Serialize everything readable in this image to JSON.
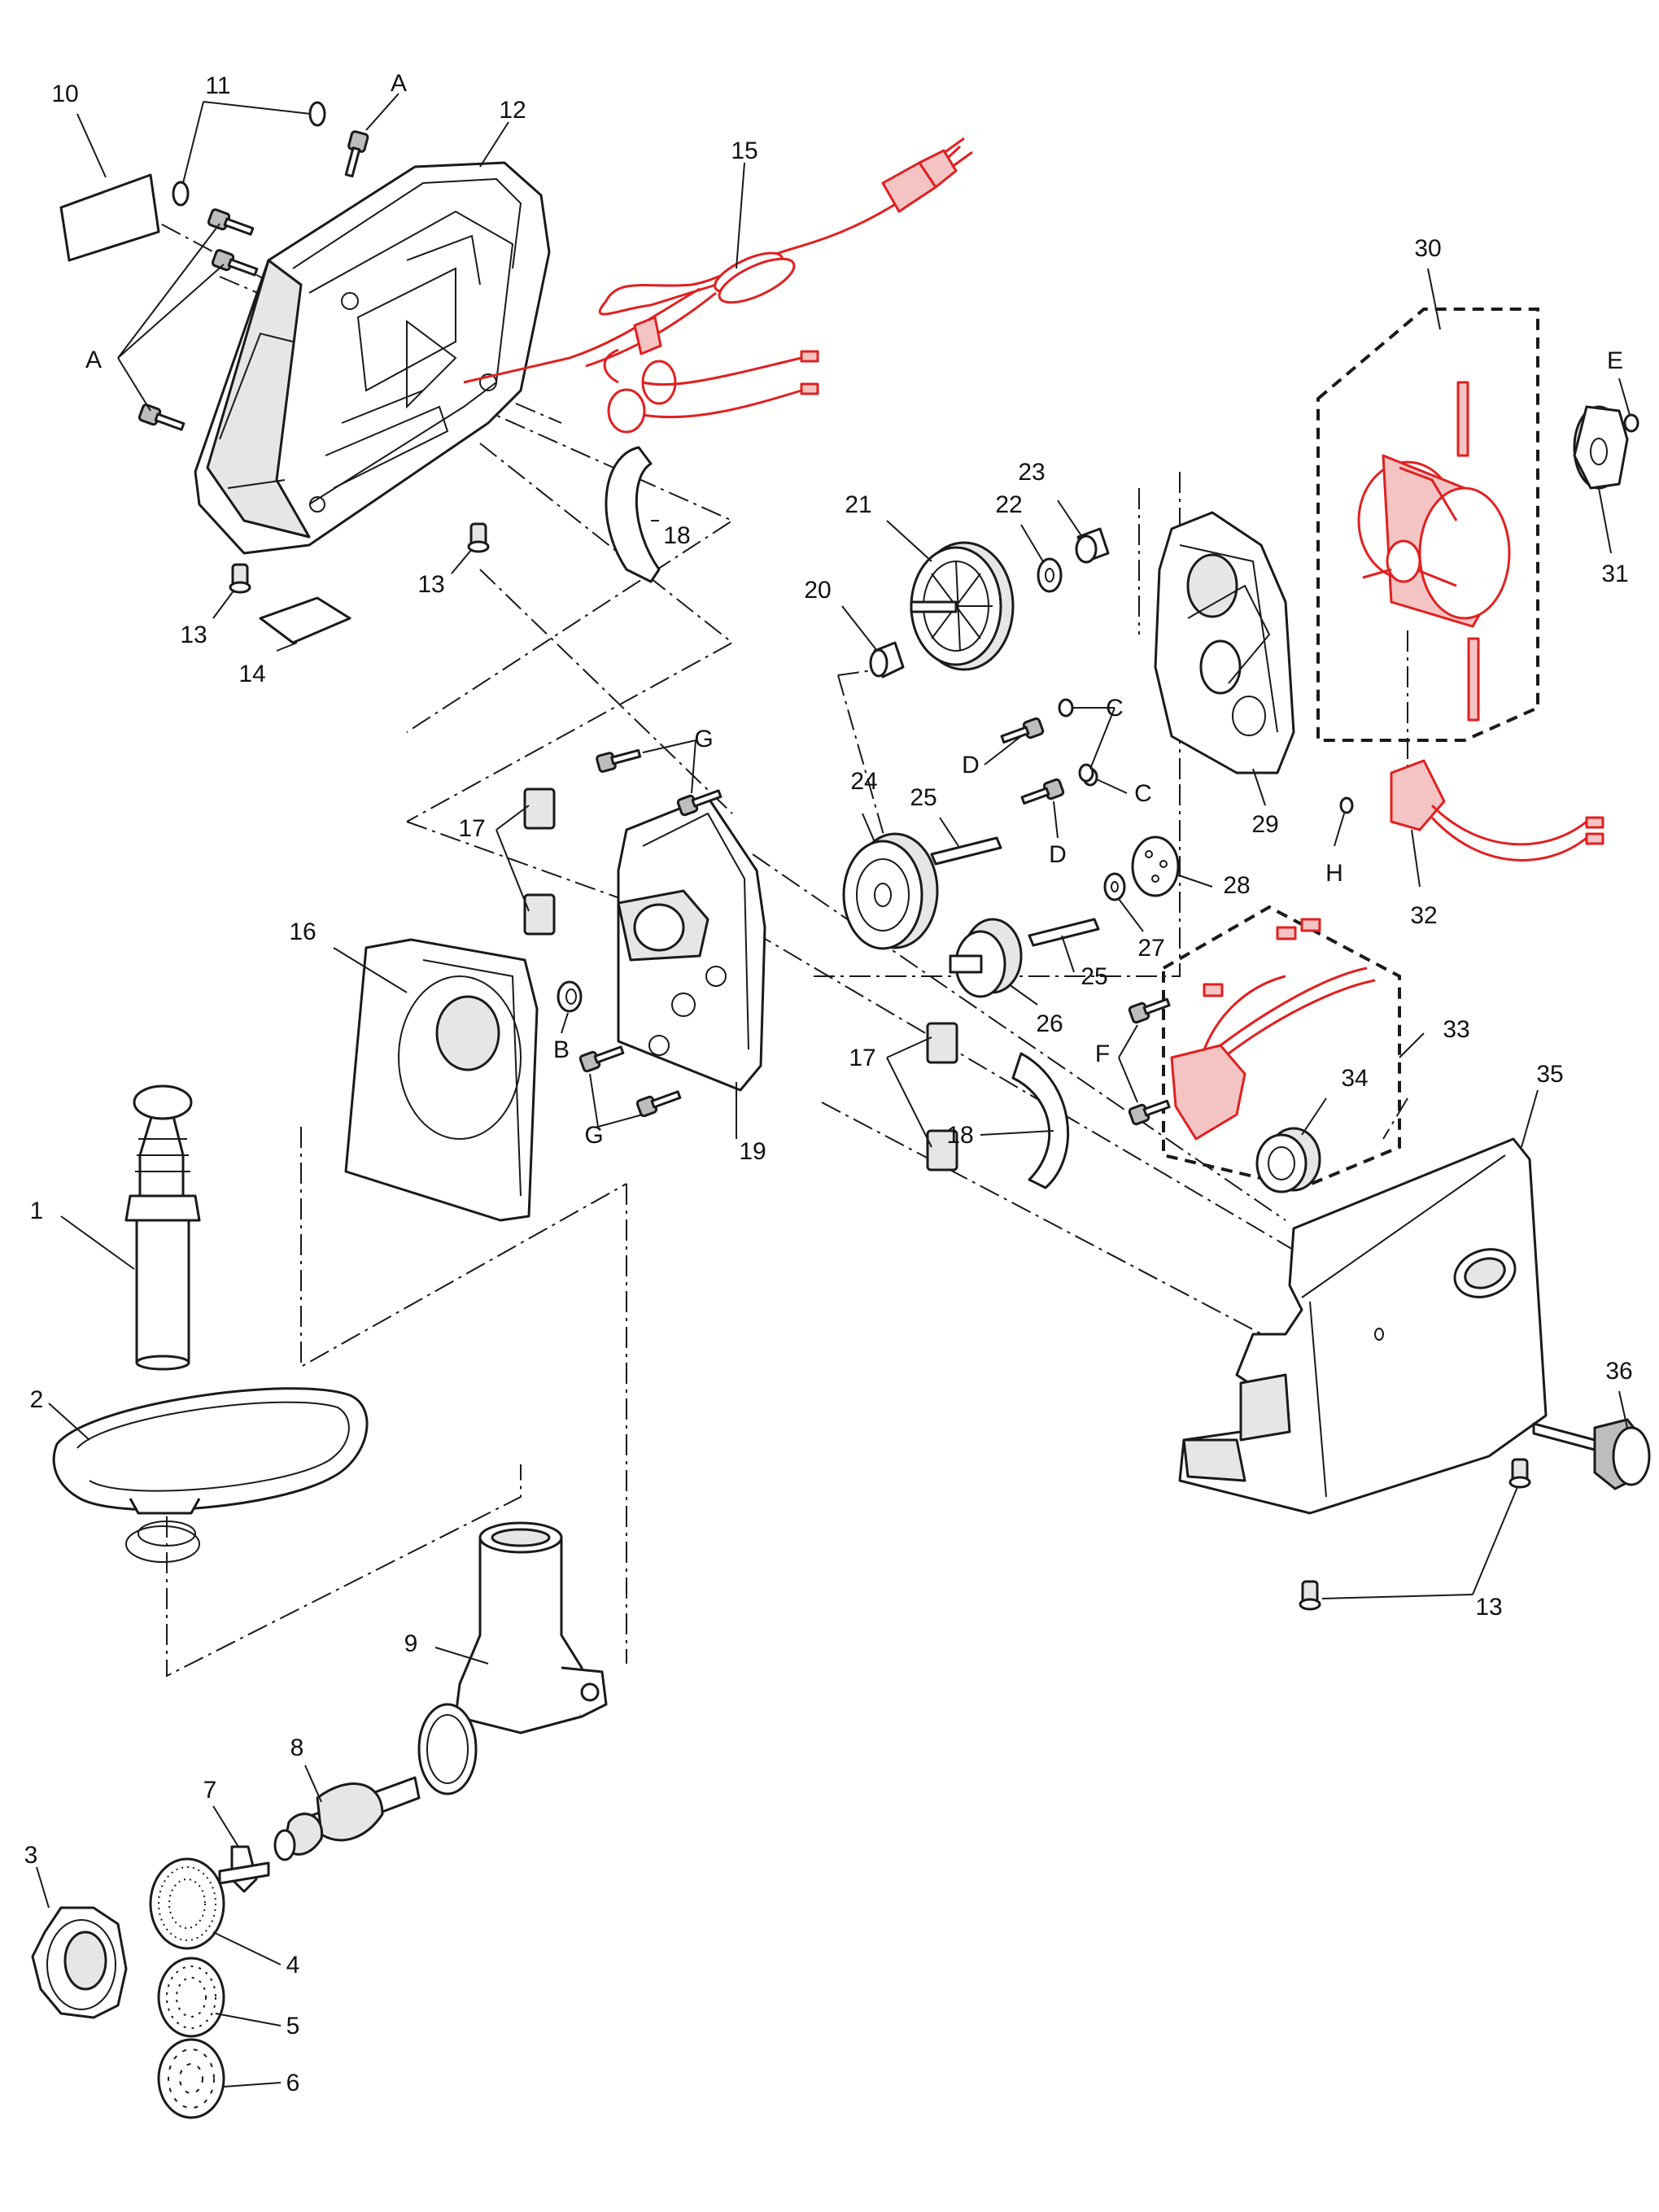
{
  "diagram": {
    "callouts": [
      {
        "id": "1",
        "text": "1"
      },
      {
        "id": "2",
        "text": "2"
      },
      {
        "id": "3",
        "text": "3"
      },
      {
        "id": "4",
        "text": "4"
      },
      {
        "id": "5",
        "text": "5"
      },
      {
        "id": "6",
        "text": "6"
      },
      {
        "id": "7",
        "text": "7"
      },
      {
        "id": "8",
        "text": "8"
      },
      {
        "id": "9",
        "text": "9"
      },
      {
        "id": "10",
        "text": "10"
      },
      {
        "id": "11",
        "text": "11"
      },
      {
        "id": "12",
        "text": "12"
      },
      {
        "id": "13a",
        "text": "13"
      },
      {
        "id": "13b",
        "text": "13"
      },
      {
        "id": "13c",
        "text": "13"
      },
      {
        "id": "14",
        "text": "14"
      },
      {
        "id": "15",
        "text": "15"
      },
      {
        "id": "16",
        "text": "16"
      },
      {
        "id": "17a",
        "text": "17"
      },
      {
        "id": "17b",
        "text": "17"
      },
      {
        "id": "18a",
        "text": "18"
      },
      {
        "id": "18b",
        "text": "18"
      },
      {
        "id": "19",
        "text": "19"
      },
      {
        "id": "20",
        "text": "20"
      },
      {
        "id": "21",
        "text": "21"
      },
      {
        "id": "22",
        "text": "22"
      },
      {
        "id": "23",
        "text": "23"
      },
      {
        "id": "24",
        "text": "24"
      },
      {
        "id": "25a",
        "text": "25"
      },
      {
        "id": "25b",
        "text": "25"
      },
      {
        "id": "26",
        "text": "26"
      },
      {
        "id": "27",
        "text": "27"
      },
      {
        "id": "28",
        "text": "28"
      },
      {
        "id": "29",
        "text": "29"
      },
      {
        "id": "30",
        "text": "30"
      },
      {
        "id": "31",
        "text": "31"
      },
      {
        "id": "32",
        "text": "32"
      },
      {
        "id": "33",
        "text": "33"
      },
      {
        "id": "34",
        "text": "34"
      },
      {
        "id": "35",
        "text": "35"
      },
      {
        "id": "36",
        "text": "36"
      },
      {
        "id": "Aa",
        "text": "A"
      },
      {
        "id": "Ab",
        "text": "A"
      },
      {
        "id": "B",
        "text": "B"
      },
      {
        "id": "Ca",
        "text": "C"
      },
      {
        "id": "Cb",
        "text": "C"
      },
      {
        "id": "Da",
        "text": "D"
      },
      {
        "id": "Db",
        "text": "D"
      },
      {
        "id": "E",
        "text": "E"
      },
      {
        "id": "F",
        "text": "F"
      },
      {
        "id": "Ga",
        "text": "G"
      },
      {
        "id": "Gb",
        "text": "G"
      },
      {
        "id": "H",
        "text": "H"
      }
    ],
    "highlight_color": "#e02020",
    "line_color": "#1a1a1a"
  }
}
